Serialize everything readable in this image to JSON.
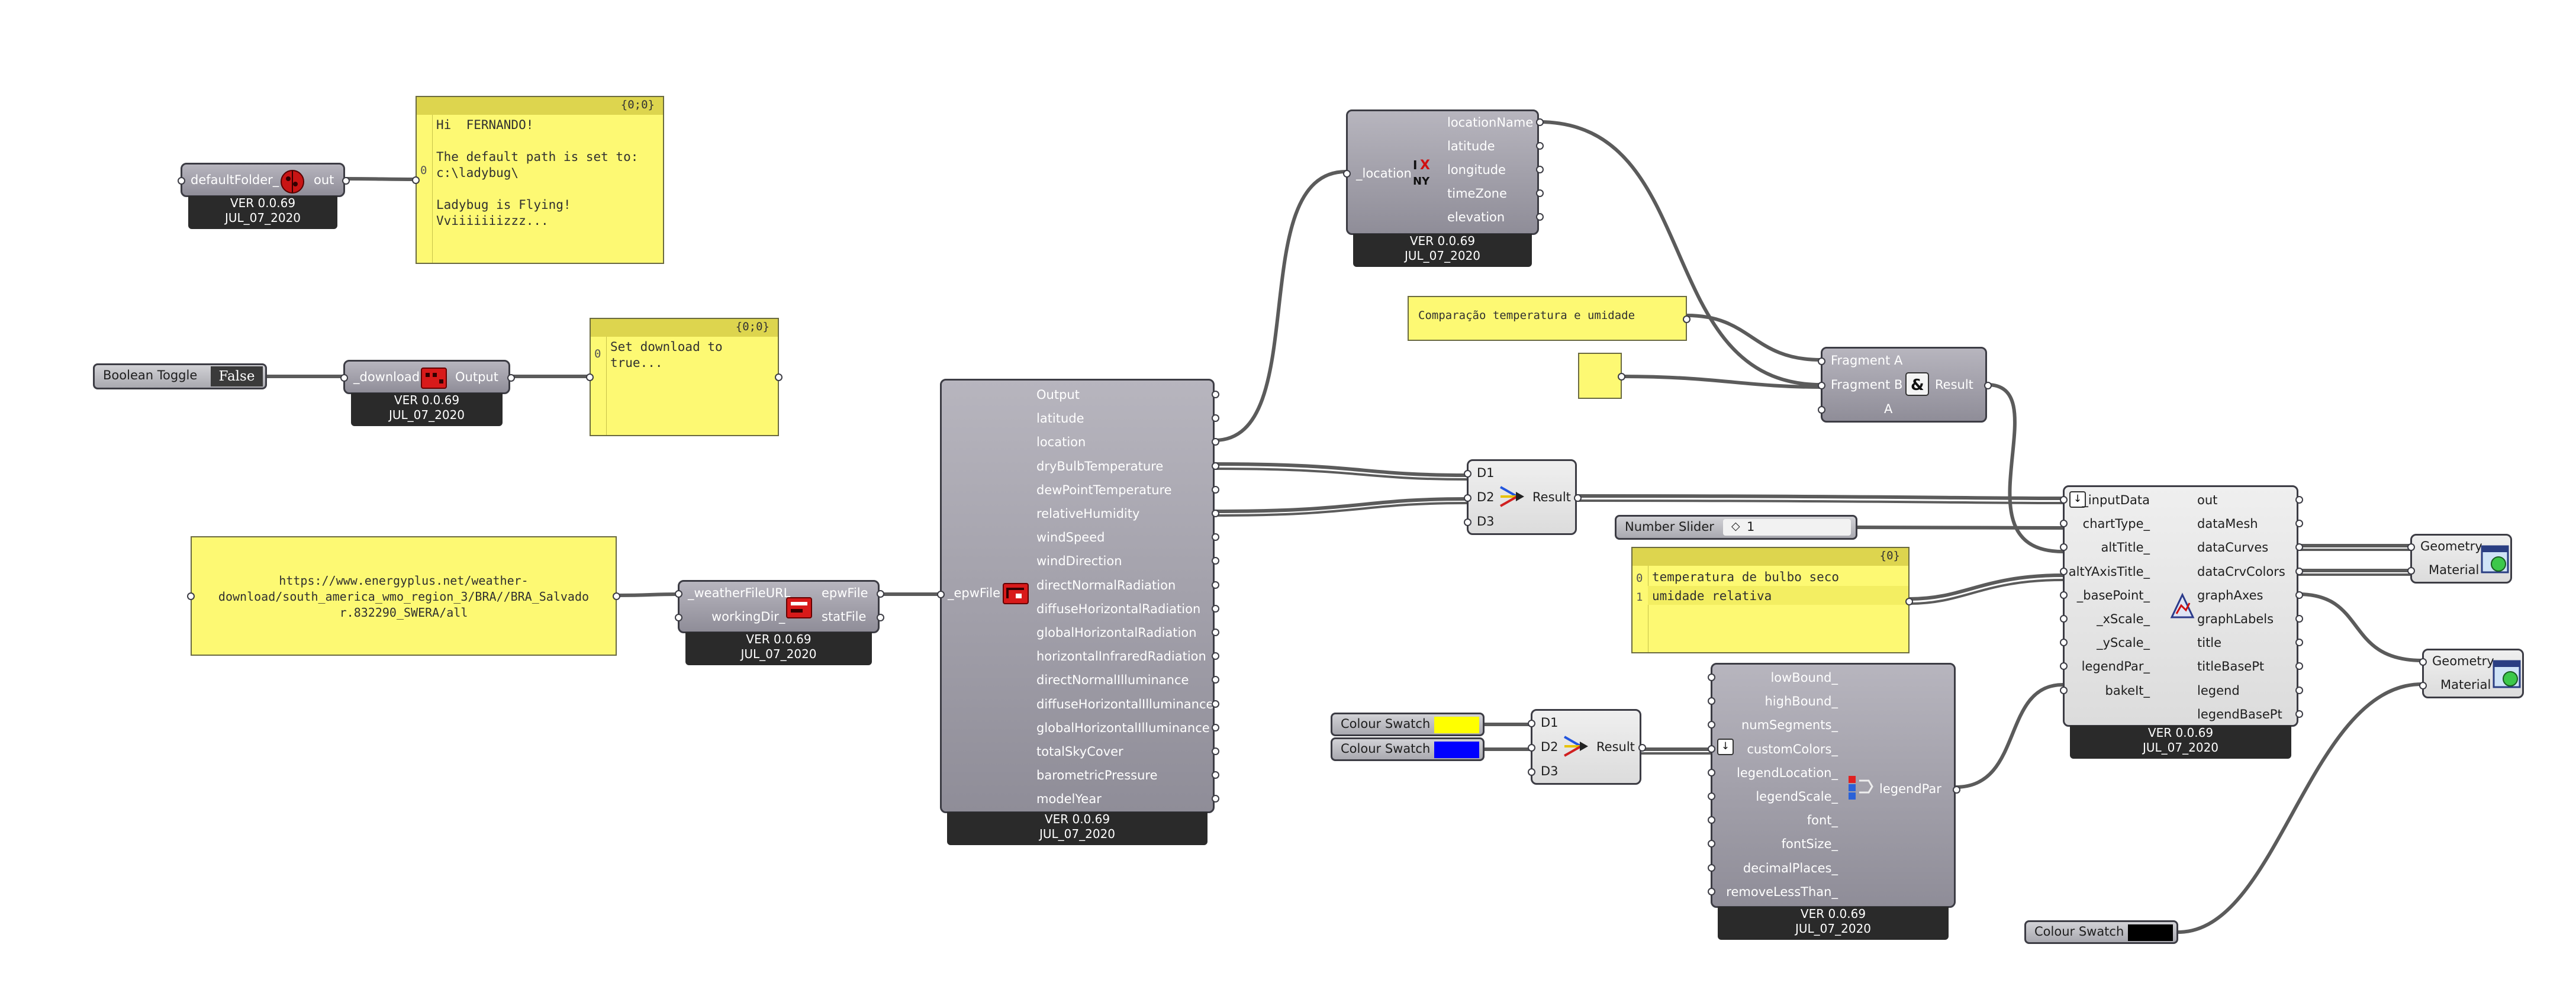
{
  "canvas": {
    "background": "#ffffff",
    "wire_color": "#5b5b5b",
    "panel_color": "#fdf973"
  },
  "ladybug_folder": {
    "inputs": [
      "defaultFolder_"
    ],
    "outputs": [
      "out"
    ],
    "version": "VER 0.0.69",
    "date": "JUL_07_2020",
    "icon": "ladybug-icon"
  },
  "panel_hello": {
    "header": "{0;0}",
    "index": "0",
    "text": "Hi  FERNANDO!\n\nThe default path is set to:\nc:\\ladybug\\\n\nLadybug is Flying!\nVviiiiiiizzz..."
  },
  "boolean_toggle": {
    "label": "Boolean Toggle",
    "value": "False"
  },
  "download": {
    "inputs": [
      "_download"
    ],
    "outputs": [
      "Output"
    ],
    "version": "VER 0.0.69",
    "date": "JUL_07_2020",
    "icon": "download-icon"
  },
  "panel_download": {
    "header": "{0;0}",
    "index": "0",
    "text": "Set download to\ntrue..."
  },
  "panel_url": {
    "text": "https://www.energyplus.net/weather-\ndownload/south_america_wmo_region_3/BRA//BRA_Salvado\nr.832290_SWERA/all"
  },
  "open_weather": {
    "inputs": [
      "_weatherFileURL",
      "workingDir_"
    ],
    "outputs": [
      "epwFile",
      "statFile"
    ],
    "version": "VER 0.0.69",
    "date": "JUL_07_2020",
    "icon": "open-weather-icon"
  },
  "import_epw": {
    "inputs": [
      "_epwFile"
    ],
    "outputs": [
      "Output",
      "latitude",
      "location",
      "dryBulbTemperature",
      "dewPointTemperature",
      "relativeHumidity",
      "windSpeed",
      "windDirection",
      "directNormalRadiation",
      "diffuseHorizontalRadiation",
      "globalHorizontalRadiation",
      "horizontalInfraredRadiation",
      "directNormalIlluminance",
      "diffuseHorizontalIlluminance",
      "globalHorizontalIlluminance",
      "totalSkyCover",
      "barometricPressure",
      "modelYear"
    ],
    "version": "VER 0.0.69",
    "date": "JUL_07_2020",
    "icon": "import-epw-icon"
  },
  "decompose_location": {
    "inputs": [
      "_location"
    ],
    "outputs": [
      "locationName",
      "latitude",
      "longitude",
      "timeZone",
      "elevation"
    ],
    "version": "VER 0.0.69",
    "date": "JUL_07_2020",
    "icon": "location-icon"
  },
  "panel_title": {
    "text": "Comparação temperatura e umidade"
  },
  "concatenate": {
    "inputs": [
      "Fragment A",
      "Fragment B",
      "A"
    ],
    "outputs": [
      "Result"
    ],
    "icon": "ampersand-icon"
  },
  "merge_data": {
    "inputs": [
      "D1",
      "D2",
      "D3"
    ],
    "outputs": [
      "Result"
    ],
    "icon": "merge-icon"
  },
  "number_slider": {
    "label": "Number Slider",
    "value": "1"
  },
  "panel_legend": {
    "header": "{0}",
    "rows": [
      {
        "index": "0",
        "text": "temperatura de bulbo seco"
      },
      {
        "index": "1",
        "text": "umidade relativa"
      }
    ]
  },
  "line_chart": {
    "inputs": [
      "_inputData",
      "chartType_",
      "altTitle_",
      "altYAxisTitle_",
      "_basePoint_",
      "_xScale_",
      "_yScale_",
      "legendPar_",
      "bakeIt_"
    ],
    "outputs": [
      "out",
      "dataMesh",
      "dataCurves",
      "dataCrvColors",
      "graphAxes",
      "graphLabels",
      "title",
      "titleBasePt",
      "legend",
      "legendBasePt"
    ],
    "version": "VER 0.0.69",
    "date": "JUL_07_2020",
    "icon": "chart-icon"
  },
  "preview1": {
    "inputs": [
      "Geometry",
      "Material"
    ],
    "icon": "custom-preview-icon"
  },
  "preview2": {
    "inputs": [
      "Geometry",
      "Material"
    ],
    "icon": "custom-preview-icon"
  },
  "colour_swatch_1": {
    "label": "Colour Swatch",
    "color": "#ffff00"
  },
  "colour_swatch_2": {
    "label": "Colour Swatch",
    "color": "#0000ff"
  },
  "colour_swatch_3": {
    "label": "Colour Swatch",
    "color": "#000000"
  },
  "merge_colors": {
    "inputs": [
      "D1",
      "D2",
      "D3"
    ],
    "outputs": [
      "Result"
    ],
    "icon": "merge-icon"
  },
  "legend_par": {
    "inputs": [
      "lowBound_",
      "highBound_",
      "numSegments_",
      "customColors_",
      "legendLocation_",
      "legendScale_",
      "font_",
      "fontSize_",
      "decimalPlaces_",
      "removeLessThan_"
    ],
    "outputs": [
      "legendPar"
    ],
    "version": "VER 0.0.69",
    "date": "JUL_07_2020",
    "icon": "legend-par-icon"
  }
}
